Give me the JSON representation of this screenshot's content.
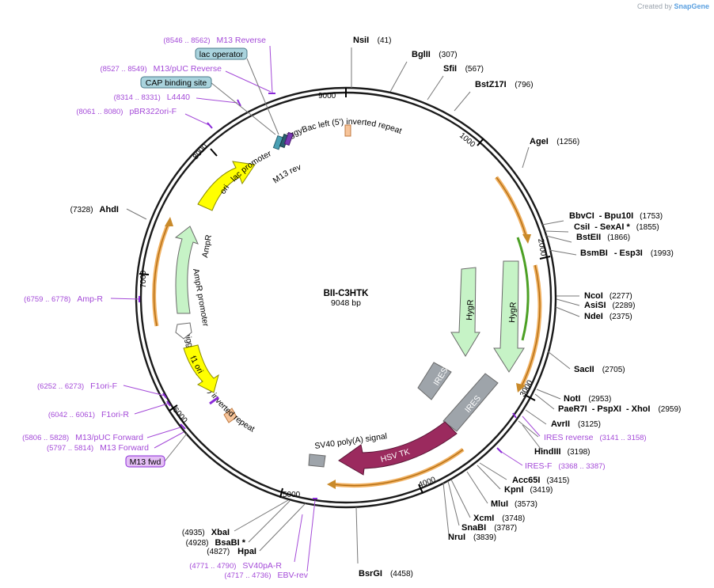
{
  "credit": {
    "prefix": "Created by",
    "brand": "SnapGene"
  },
  "plasmid": {
    "name": "BII-C3HTK",
    "size_label": "9048 bp"
  },
  "restriction_sites": [
    {
      "name": "NsiI",
      "pos": "(41)"
    },
    {
      "name": "BglII",
      "pos": "(307)"
    },
    {
      "name": "SfiI",
      "pos": "(567)"
    },
    {
      "name": "BstZ17I",
      "pos": "(796)"
    },
    {
      "name": "AgeI",
      "pos": "(1256)"
    },
    {
      "name": "BbvCI",
      "sep": "-",
      "name2": "Bpu10I",
      "pos": "(1753)"
    },
    {
      "name": "CsiI",
      "sep": "-",
      "name2": "SexAI *",
      "pos": "(1855)"
    },
    {
      "name": "BstEII",
      "pos": "(1866)"
    },
    {
      "name": "BsmBI",
      "sep": "-",
      "name2": "Esp3I",
      "pos": "(1993)"
    },
    {
      "name": "NcoI",
      "pos": "(2277)"
    },
    {
      "name": "AsiSI",
      "pos": "(2289)"
    },
    {
      "name": "NdeI",
      "pos": "(2375)"
    },
    {
      "name": "SacII",
      "pos": "(2705)"
    },
    {
      "name": "NotI",
      "pos": "(2953)"
    },
    {
      "name": "PaeR7I",
      "sep": "-",
      "name2": "PspXI",
      "sep2": "-",
      "name3": "XhoI",
      "pos": "(2959)"
    },
    {
      "name": "AvrII",
      "pos": "(3125)"
    },
    {
      "name": "HindIII",
      "pos": "(3198)"
    },
    {
      "name": "Acc65I",
      "pos": "(3415)"
    },
    {
      "name": "KpnI",
      "pos": "(3419)"
    },
    {
      "name": "MluI",
      "pos": "(3573)"
    },
    {
      "name": "XcmI",
      "pos": "(3748)"
    },
    {
      "name": "SnaBI",
      "pos": "(3787)"
    },
    {
      "name": "NruI",
      "pos": "(3839)"
    },
    {
      "name": "BsrGI",
      "pos": "(4458)"
    },
    {
      "name": "XbaI",
      "pos": "(4935)"
    },
    {
      "name": "BsaBI *",
      "pos": "(4928)"
    },
    {
      "name": "HpaI",
      "pos": "(4827)"
    },
    {
      "name": "AhdI",
      "pos": "(7328)"
    }
  ],
  "primers": [
    {
      "name": "M13 Reverse",
      "range": "(8546 .. 8562)"
    },
    {
      "name": "M13/pUC Reverse",
      "range": "(8527 .. 8549)"
    },
    {
      "name": "L4440",
      "range": "(8314 .. 8331)"
    },
    {
      "name": "pBR322ori-F",
      "range": "(8061 .. 8080)"
    },
    {
      "name": "Amp-R",
      "range": "(6759 .. 6778)"
    },
    {
      "name": "F1ori-F",
      "range": "(6252 .. 6273)"
    },
    {
      "name": "F1ori-R",
      "range": "(6042 .. 6061)"
    },
    {
      "name": "M13/pUC Forward",
      "range": "(5806 .. 5828)"
    },
    {
      "name": "M13 Forward",
      "range": "(5797 .. 5814)"
    },
    {
      "name": "IRES reverse",
      "range": "(3141 .. 3158)"
    },
    {
      "name": "IRES-F",
      "range": "(3368 .. 3387)"
    },
    {
      "name": "SV40pA-R",
      "range": "(4771 .. 4790)"
    },
    {
      "name": "EBV-rev",
      "range": "(4717 .. 4736)"
    }
  ],
  "boxed_labels": {
    "lac_operator": "lac operator",
    "cap_site": "CAP binding site",
    "m13_fwd": "M13 fwd"
  },
  "features": {
    "piggybac_left": "piggyBac left (5') inverted repeat",
    "piggybac_right": "piggyBac right (3') inverted repeat",
    "hygr_outer": "HygR",
    "hygr_inner": "HygR",
    "ires_outer": "IRES",
    "ires_inner": "IRES",
    "hsv_tk": "HSV TK",
    "sv40_polya": "SV40 poly(A) signal",
    "ori": "ori",
    "ampr": "AmpR",
    "ampr_promoter": "AmpR promoter",
    "f1_ori": "f1 ori",
    "lac_promoter": "lac promoter",
    "m13_rev": "M13 rev"
  },
  "ticks": [
    "1000",
    "2000",
    "3000",
    "4000",
    "5000",
    "6000",
    "7000",
    "8000",
    "9000"
  ]
}
